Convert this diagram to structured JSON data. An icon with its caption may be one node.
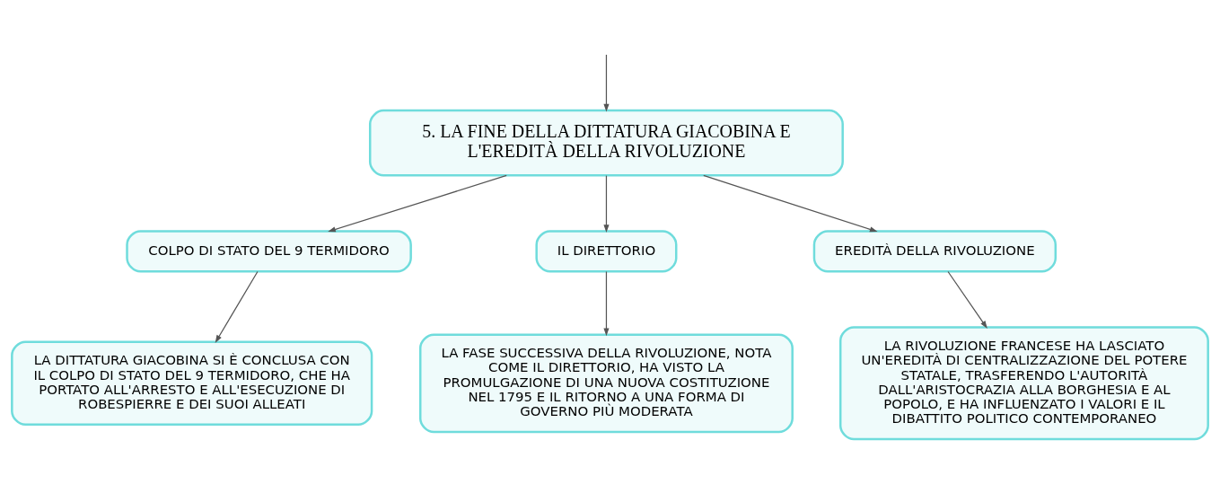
{
  "diagram": {
    "nodes": [
      {
        "text": [
          "5. LA FINE DELLA DITTATURA GIACOBINA E L'EREDITÀ DELLA RIVOLUZIONE"
        ]
      },
      {
        "text": [
          "COLPO DI STATO DEL 9 TERMIDORO"
        ]
      },
      {
        "text": [
          "IL DIRETTORIO"
        ]
      },
      {
        "text": [
          "EREDITÀ DELLA RIVOLUZIONE"
        ]
      },
      {
        "text": [
          "LA DITTATURA GIACOBINA SI È CONCLUSA CON IL COLPO DI STATO DEL 9 TERMIDORO, CHE HA PORTATO ALL'ARRESTO E ALL'ESECUZIONE DI ROBESPIERRE E DEI SUOI ALLEATI"
        ]
      },
      {
        "text": [
          "LA FASE SUCCESSIVA DELLA RIVOLUZIONE, NOTA COME IL DIRETTORIO, HA VISTO LA PROMULGAZIONE DI UNA NUOVA COSTITUZIONE NEL 1795 E IL RITORNO A UNA FORMA DI GOVERNO PIÙ MODERATA"
        ]
      },
      {
        "text": [
          "LA RIVOLUZIONE FRANCESE HA LASCIATO UN'EREDITÀ DI CENTRALIZZAZIONE DEL POTERE STATALE, TRASFERENDO L'AUTORITÀ DALL'ARISTOCRAZIA ALLA BORGHESIA E AL POPOLO, E HA INFLUENZATO I VALORI E IL DIBATTITO POLITICO CONTEMPORANEO"
        ]
      }
    ],
    "edges": [
      {
        "from": null,
        "to": 0,
        "arrow": "to"
      },
      {
        "from": 0,
        "to": 1,
        "arrow": "to"
      },
      {
        "from": 0,
        "to": 2,
        "arrow": "to"
      },
      {
        "from": 0,
        "to": 3,
        "arrow": "to"
      },
      {
        "from": 1,
        "to": 4,
        "arrow": "to"
      },
      {
        "from": 2,
        "to": 5,
        "arrow": "to"
      },
      {
        "from": 3,
        "to": 6,
        "arrow": "to"
      }
    ]
  }
}
